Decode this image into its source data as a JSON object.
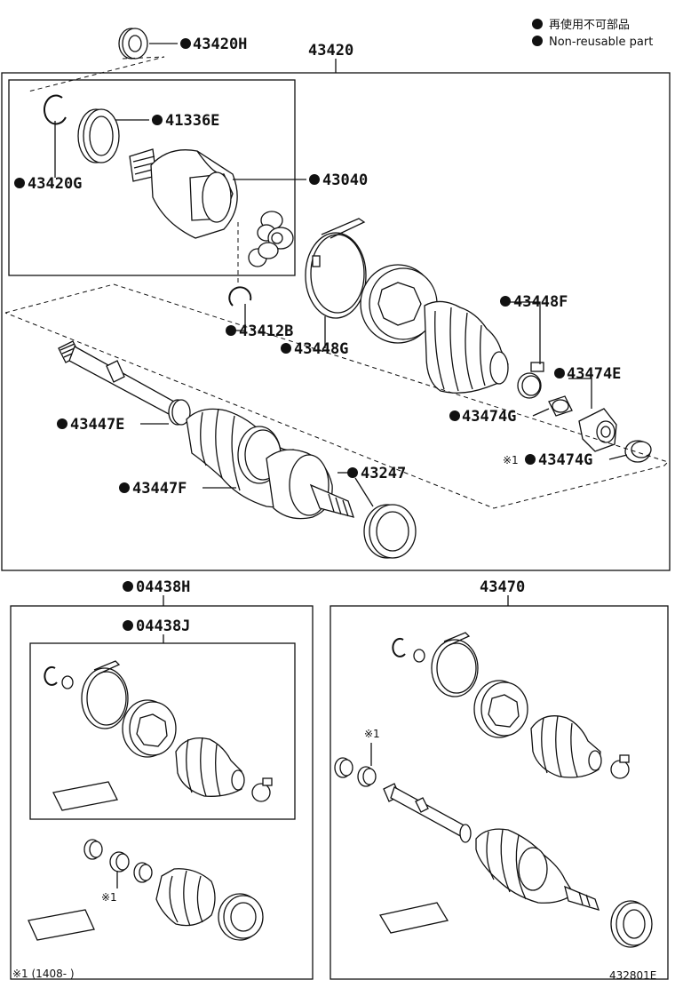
{
  "legend": {
    "japanese": "再使用不可部品",
    "english": "Non-reusable part"
  },
  "labels": {
    "p43420H": "43420H",
    "p43420": "43420",
    "p41336E": "41336E",
    "p43420G": "43420G",
    "p43040": "43040",
    "p43412B": "43412B",
    "p43448G": "43448G",
    "p43448F": "43448F",
    "p43474E": "43474E",
    "p43474G_a": "43474G",
    "p43474G_b": "43474G",
    "p43447E": "43447E",
    "p43447F": "43447F",
    "p43247": "43247",
    "p04438H": "04438H",
    "p04438J": "04438J",
    "p43470": "43470",
    "note_mark_a": "※1",
    "note_mark_b": "※1",
    "note_mark_c": "※1"
  },
  "footer": {
    "note": "※1 (1408-      )",
    "figure_id": "432801E"
  }
}
